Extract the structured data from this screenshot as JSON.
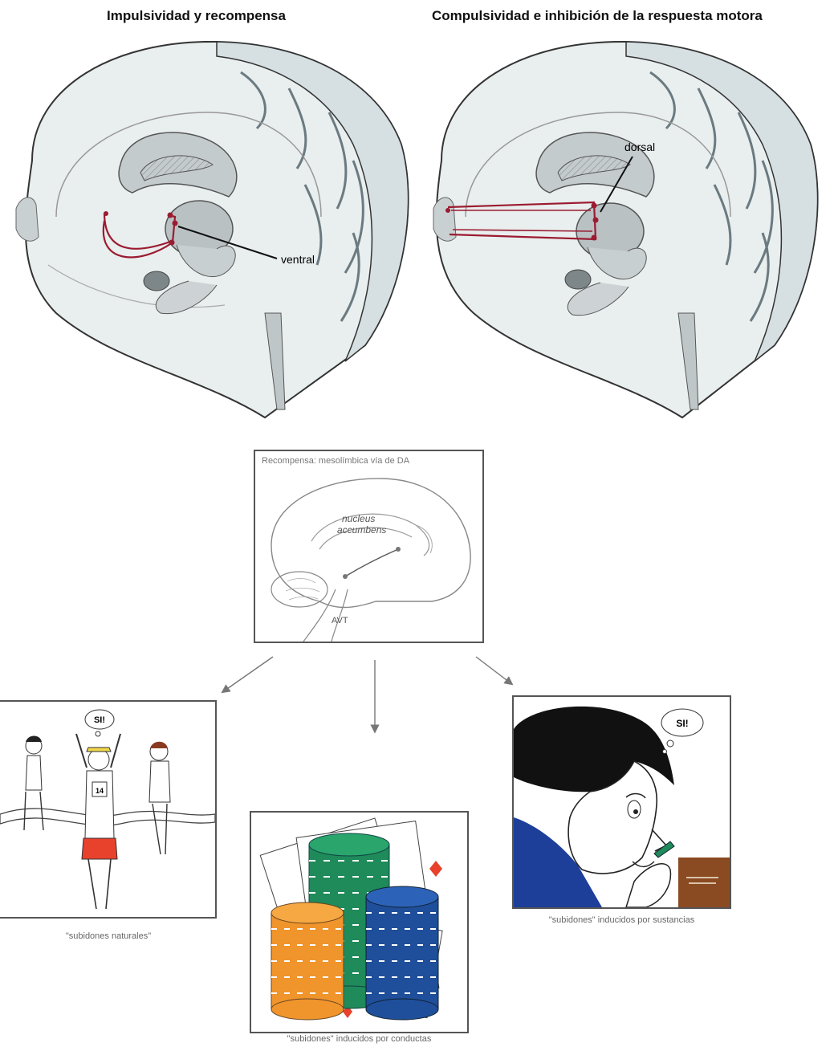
{
  "top": {
    "left_title": "Impulsividad y recompensa",
    "right_title": "Compulsividad e inhibición de la respuesta motora",
    "label_ventral": "ventral",
    "label_dorsal": "dorsal"
  },
  "reward_box": {
    "title": "Recompensa: mesolímbica vía de DA",
    "label_nucleus": "nucleus",
    "label_accumbens": "accumbens",
    "label_avt": "AVT"
  },
  "panels": {
    "runners": {
      "bubble": "SI!",
      "bib_number": "14",
      "caption": "\"subidones naturales\""
    },
    "gambling": {
      "caption": "\"subidones\" inducidos por conductas"
    },
    "substance": {
      "bubble": "SI!",
      "caption": "\"subidones\" inducidos por sustancias"
    }
  },
  "colors": {
    "pathway": "#9b1b30",
    "chip_green": "#1f8a5a",
    "chip_blue": "#1f4f9a",
    "chip_orange": "#f0942c",
    "shorts": "#e8412c",
    "sweater": "#1d3f9a",
    "desk": "#8a4a22"
  }
}
